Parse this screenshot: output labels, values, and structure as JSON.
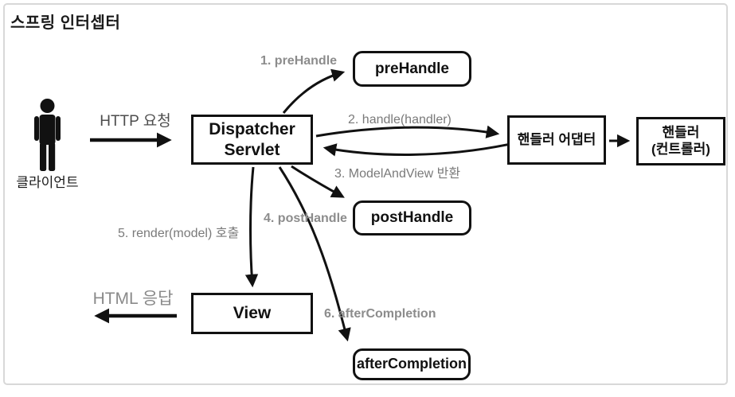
{
  "frame": {
    "title": "스프링 인터셉터"
  },
  "client": {
    "label": "클라이언트",
    "icon": "person-icon"
  },
  "flows": {
    "http_request": "HTTP 요청",
    "html_response": "HTML 응답",
    "step1": "1. preHandle",
    "step2": "2. handle(handler)",
    "step3": "3. ModelAndView 반환",
    "step4": "4. postHandle",
    "step5": "5. render(model) 호출",
    "step6": "6. afterCompletion"
  },
  "nodes": {
    "dispatcher_line1": "Dispatcher",
    "dispatcher_line2": "Servlet",
    "pre_handle": "preHandle",
    "post_handle": "postHandle",
    "after_completion": "afterCompletion",
    "handler_adapter": "핸들러 어댑터",
    "handler_line1": "핸들러",
    "handler_line2": "(컨트롤러)",
    "view": "View"
  },
  "colors": {
    "box_border": "#111111",
    "box_fill": "#ffffff",
    "arrow": "#111111",
    "step_label_gray": "#8c8c8c",
    "frame_border": "#d8d8d8",
    "request_label": "#4d4d4d",
    "response_label": "#8a8a8a"
  }
}
